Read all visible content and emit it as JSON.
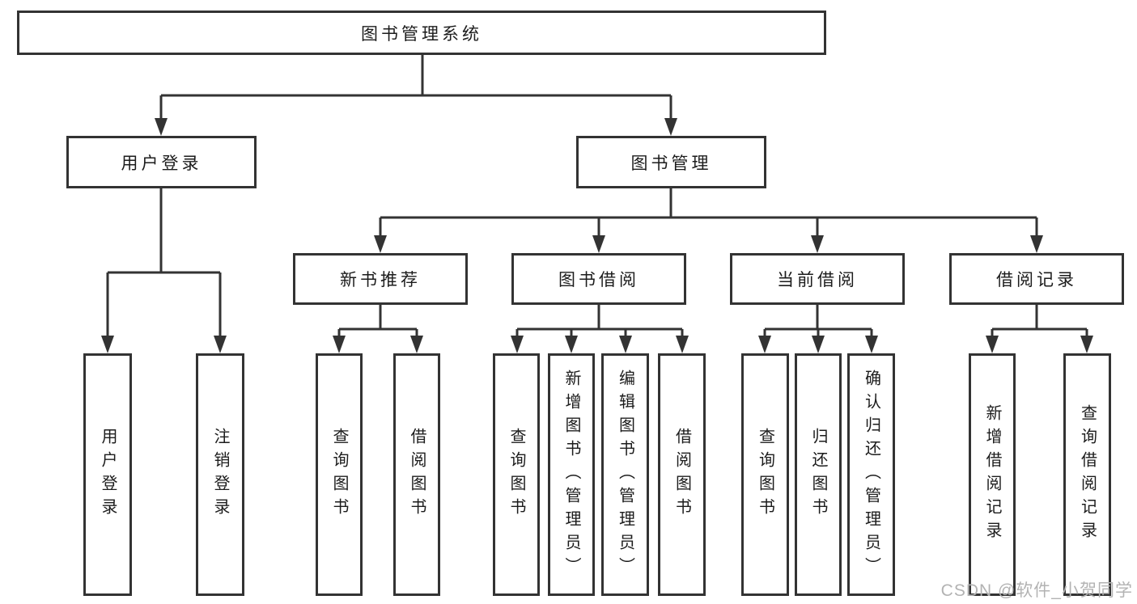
{
  "diagram": {
    "title": "图书管理系统",
    "level2": [
      {
        "label": "用户登录",
        "children": [
          "用户登录",
          "注销登录"
        ]
      },
      {
        "label": "图书管理"
      }
    ],
    "level3": [
      {
        "label": "新书推荐",
        "children": [
          "查询图书",
          "借阅图书"
        ]
      },
      {
        "label": "图书借阅",
        "children": [
          "查询图书",
          "新增图书（管理员）",
          "编辑图书（管理员）",
          "借阅图书"
        ]
      },
      {
        "label": "当前借阅",
        "children": [
          "查询图书",
          "归还图书",
          "确认归还（管理员）"
        ]
      },
      {
        "label": "借阅记录",
        "children": [
          "新增借阅记录",
          "查询借阅记录"
        ]
      }
    ]
  },
  "watermark": "CSDN @软件_小贺同学",
  "colors": {
    "line": "#333333",
    "box_border": "#333333",
    "text": "#1c1c1c",
    "watermark": "#b3b3b3",
    "background": "#ffffff"
  }
}
